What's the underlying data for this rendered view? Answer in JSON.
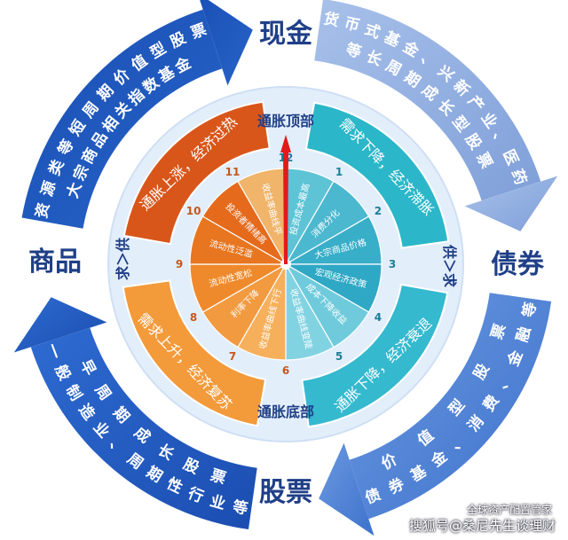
{
  "corners": {
    "top": "现金",
    "right": "债券",
    "bottom": "股票",
    "left": "商品"
  },
  "outer_arrows": {
    "top_left": [
      "资源类等短周期价值型股票",
      "大宗商品相关指数基金"
    ],
    "top_right": [
      "货币式基金、兴新产业、医药",
      "等长周期成长型股票"
    ],
    "bottom_right": [
      "债券基金、消费、金融等",
      "价值型股票"
    ],
    "bottom_left": [
      "一般制造业、周期性行业等",
      "早周期成长股票"
    ]
  },
  "ring": {
    "top": "通胀顶部",
    "bottom": "通胀底部",
    "left": "求＞供",
    "right": "供＞求",
    "quadrants": {
      "top_left": "通胀上涨，经济过热",
      "top_right": "需求下降，经济滞胀",
      "bottom_right": "通胀下降，经济衰退",
      "bottom_left": "需求上升，经济复苏"
    }
  },
  "clock_numbers": [
    "12",
    "1",
    "2",
    "3",
    "4",
    "5",
    "6",
    "7",
    "8",
    "9",
    "10",
    "11"
  ],
  "inner_items": [
    "投资成本最高",
    "消费分化",
    "大宗商品价格",
    "宏观经济政策",
    "成本下降收益",
    "收益率曲线变陡",
    "收益率曲线下行",
    "利率下降",
    "流动性宽松",
    "流动性泛滥",
    "投资者情绪高",
    "收益率曲线平"
  ],
  "watermark": {
    "line1": "全球资产配置管家",
    "line2": "搜狐号@桑尼先生谈理财"
  },
  "colors": {
    "dark_blue": "#1f55b8",
    "light_blue": "#93b1e3",
    "teal": "#2bb7c9",
    "orange": "#f07f1c",
    "dark_orange": "#d9561b",
    "light_orange": "#f6a64a",
    "pale_blue": "#e6f0fb",
    "red_needle": "#e21a1a"
  }
}
